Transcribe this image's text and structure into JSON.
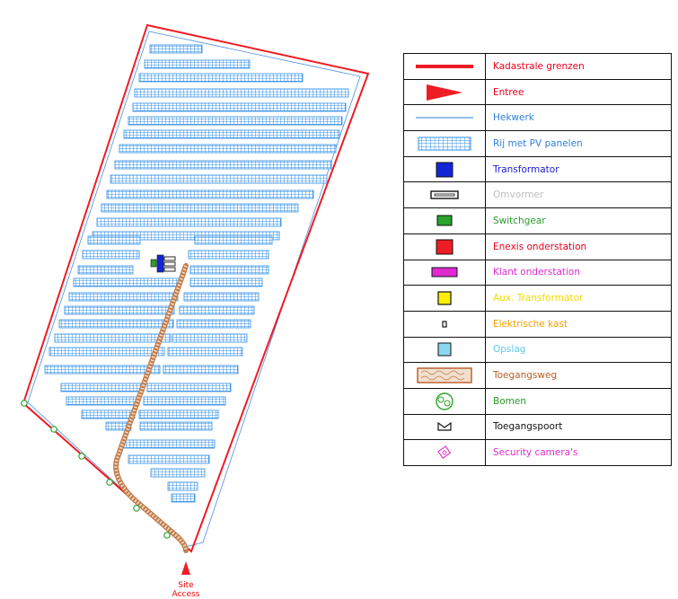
{
  "site_access": "Site Access",
  "colors": {
    "boundary": "#ee1c24",
    "fence": "#4a8fe0",
    "pv": "#2f8fe8",
    "road": "#c37d4c",
    "transformer": "#1526d6",
    "switchgear": "#2aa32a"
  },
  "legend": [
    {
      "label": "Kadastrale grenzen",
      "color": "#e8001c",
      "symbol": "thick-red-line"
    },
    {
      "label": "Entree",
      "color": "#e8001c",
      "symbol": "red-triangle"
    },
    {
      "label": "Hekwerk",
      "color": "#2f7fd8",
      "symbol": "blue-line"
    },
    {
      "label": "Rij met PV panelen",
      "color": "#2f7fd8",
      "symbol": "pv-row"
    },
    {
      "label": "Transformator",
      "color": "#1a1ad8",
      "symbol": "blue-square"
    },
    {
      "label": "Omvormer",
      "color": "#bdbdbd",
      "symbol": "inverter-box"
    },
    {
      "label": "Switchgear",
      "color": "#2e9a2e",
      "symbol": "green-rect"
    },
    {
      "label": "Enexis onderstation",
      "color": "#e8001c",
      "symbol": "red-square"
    },
    {
      "label": "Klant onderstation",
      "color": "#e02ad0",
      "symbol": "magenta-rect"
    },
    {
      "label": "Aux. Transformator",
      "color": "#f0d800",
      "symbol": "yellow-square"
    },
    {
      "label": "Elektrische kast",
      "color": "#f0a000",
      "symbol": "small-box"
    },
    {
      "label": "Opslag",
      "color": "#5ec8e8",
      "symbol": "cyan-square"
    },
    {
      "label": "Toegangsweg",
      "color": "#b85a22",
      "symbol": "road-patch"
    },
    {
      "label": "Bomen",
      "color": "#2e9a2e",
      "symbol": "tree"
    },
    {
      "label": "Toegangspoort",
      "color": "#111111",
      "symbol": "gate"
    },
    {
      "label": "Security camera's",
      "color": "#e02ad0",
      "symbol": "camera"
    }
  ]
}
